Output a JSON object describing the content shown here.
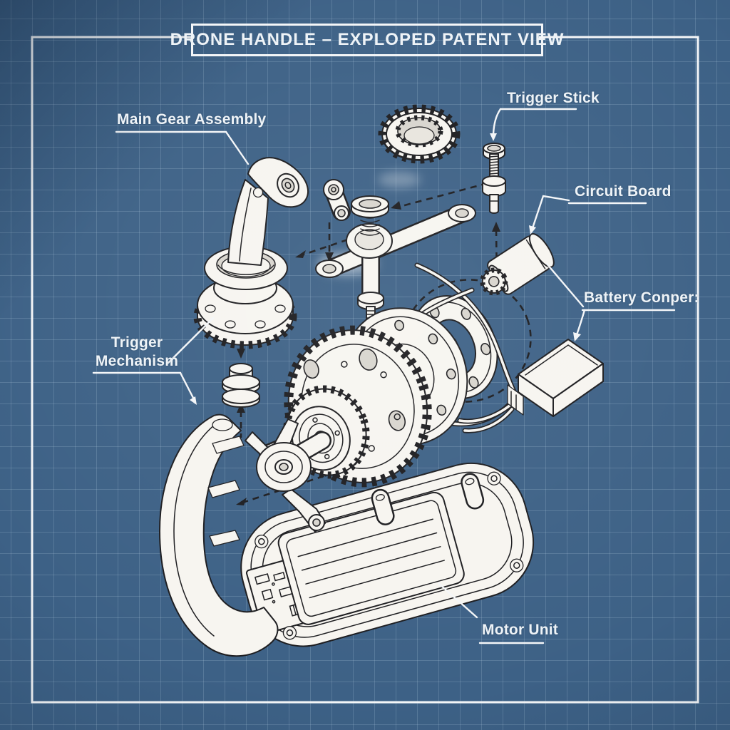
{
  "title": "DRONE HANDLE – EXPLOPED PATENT VIEW",
  "labels": {
    "main_gear_assembly": "Main Gear Assembly",
    "trigger_stick": "Trigger Stick",
    "circuit_board": "Circuit Board",
    "battery_compartment": "Battery Conper:",
    "trigger_mechanism": "Trigger Mechanism",
    "motor_unit": "Motor Unit"
  },
  "colors": {
    "background": "#3d6186",
    "grid_line": "#7d9cbb",
    "frame": "#f4f6f8",
    "label_text": "#eef3f7",
    "ink": "#1c1c1f",
    "part_fill": "#f7f5f0",
    "recess": "#d8d5ce"
  }
}
